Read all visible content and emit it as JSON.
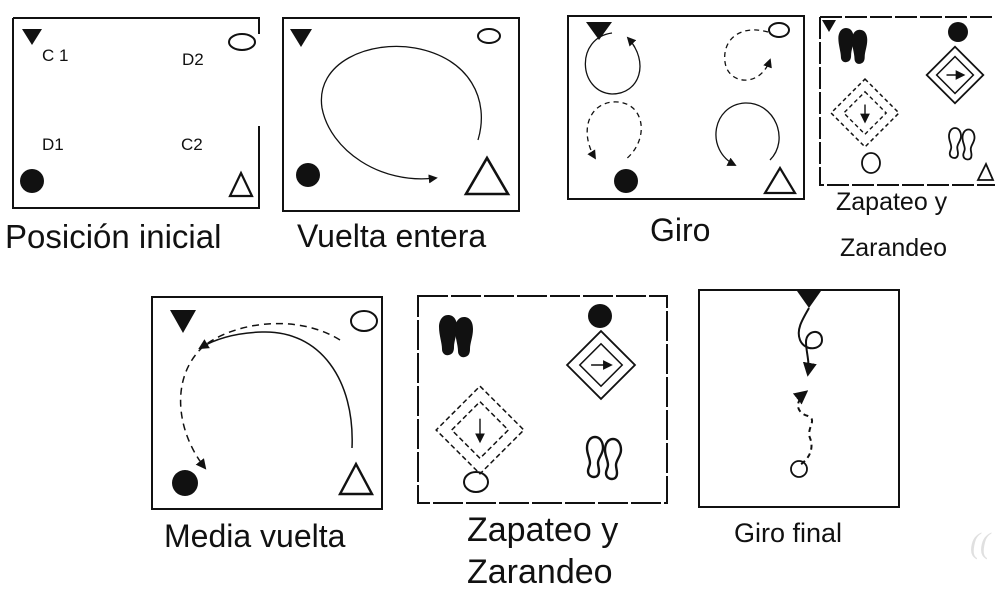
{
  "diagrams": [
    {
      "caption": "Posición inicial",
      "labels": [
        "C 1",
        "D2",
        "D1",
        "C2"
      ]
    },
    {
      "caption": "Vuelta entera"
    },
    {
      "caption": "Giro"
    },
    {
      "caption_lines": [
        "Zapateo y",
        "Zarandeo"
      ]
    },
    {
      "caption": "Media vuelta"
    },
    {
      "caption_lines": [
        "Zapateo y",
        "Zarandeo"
      ]
    },
    {
      "caption": "Giro final"
    }
  ],
  "symbols": {
    "c1": "filled-down-triangle",
    "d2": "open-ellipse",
    "d1": "filled-circle",
    "c2": "open-up-triangle",
    "shoes_dark": "dark-footprints",
    "shoes_light": "light-footprints"
  }
}
